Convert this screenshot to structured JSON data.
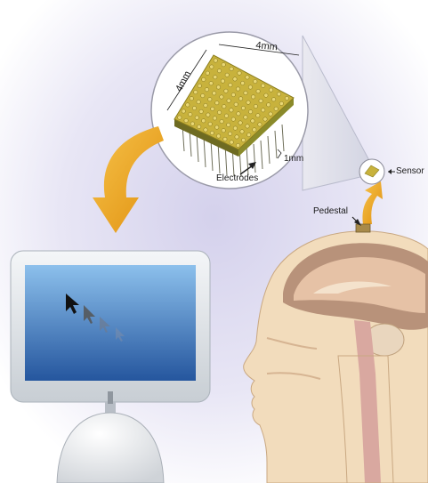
{
  "labels": {
    "array_width": "4mm",
    "array_depth": "4mm",
    "electrode_length": "1mm",
    "electrodes": "Electrodes",
    "sensor": "Sensor",
    "pedestal": "Pedestal"
  },
  "colors": {
    "background_glow": "#d9d6ee",
    "chip_gold": "#c8b23c",
    "chip_side": "#8a8a2a",
    "arrow_orange": "#f0a81c",
    "screen_top": "#7fb6e6",
    "screen_bottom": "#2a5fa8",
    "skin": "#f2dcbc",
    "brain": "#b8927a"
  },
  "icons": {
    "cursor": "mouse-cursor-icon"
  }
}
